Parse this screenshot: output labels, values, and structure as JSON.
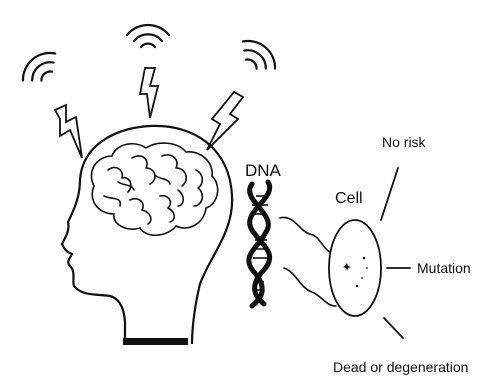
{
  "labels": {
    "dna": "DNA",
    "cell": "Cell",
    "no_risk": "No risk",
    "mutation": "Mutation",
    "dead": "Dead or degeneration"
  },
  "icons": [
    "radio-wave-icon",
    "lightning-bolt-icon",
    "head-silhouette-icon",
    "brain-icon",
    "dna-helix-icon",
    "cell-icon"
  ],
  "colors": {
    "stroke": "#111111",
    "background": "#ffffff"
  }
}
